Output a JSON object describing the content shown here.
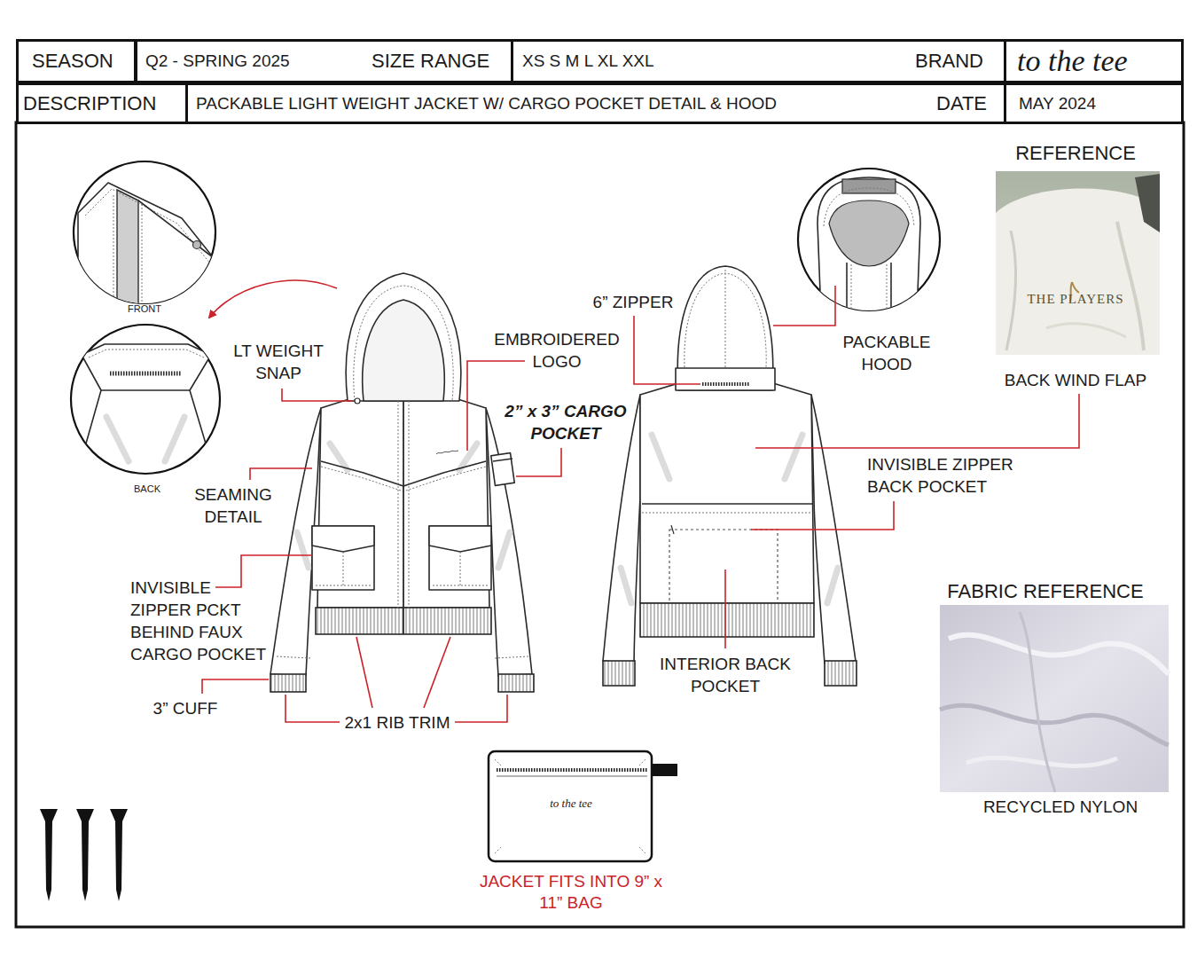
{
  "diagram": {
    "nodes": [
      {
        "text": [
          "SEASON"
        ]
      },
      {
        "text": [
          "Q2 - SPRING 2025",
          "SIZE RANGE"
        ]
      },
      {
        "text": [
          "XS S M L XL XXL",
          "BRAND"
        ]
      },
      {
        "text": [
          "to the tee"
        ]
      },
      {
        "text": [
          "DESCRIPTION"
        ]
      },
      {
        "text": [
          "PACKABLE LIGHT WEIGHT JACKET W/ CARGO POCKET DETAIL & HOOD",
          "DATE"
        ]
      },
      {
        "text": [
          "MAY 2024"
        ]
      },
      {
        "text": [
          "to the tee",
          "JACKET FITS INTO 9” x 11” BAG"
        ]
      }
    ],
    "labels": [
      "FRONT",
      "BACK",
      "LT WEIGHT SNAP",
      "EMBROIDERED LOGO",
      "2” x 3” CARGO POCKET",
      "SEAMING DETAIL",
      "INVISIBLE ZIPPER PCKT BEHIND FAUX CARGO POCKET",
      "3” CUFF",
      "2x1 RIB TRIM",
      "6” ZIPPER",
      "PACKABLE HOOD",
      "REFERENCE",
      "THE PLAYERS",
      "BACK WIND FLAP",
      "INVISIBLE ZIPPER BACK POCKET",
      "INTERIOR BACK POCKET",
      "FABRIC REFERENCE",
      "RECYCLED NYLON"
    ]
  }
}
